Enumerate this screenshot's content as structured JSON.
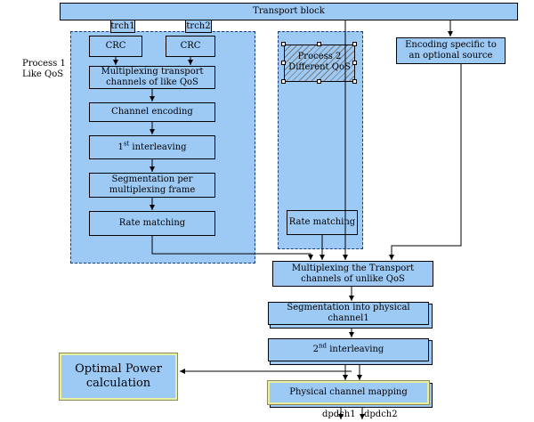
{
  "transport_block": "Transport block",
  "process1_label": [
    "Process 1",
    "Like QoS"
  ],
  "trch1": "trch1",
  "trch2": "trch2",
  "crc": "CRC",
  "multiplexing_like": "Multiplexing transport channels of like QoS",
  "channel_encoding": "Channel encoding",
  "first_interleaving": {
    "num": "1",
    "sup": "st",
    "text": " interleaving"
  },
  "segmentation_frame": "Segmentation per multiplexing frame",
  "rate_matching": "Rate matching",
  "process2_label": "Process 2 Different QoS",
  "encoding_specific": "Encoding specific to an optional source",
  "multiplexing_unlike": "Multiplexing the Transport channels of unlike QoS",
  "segmentation_physical": "Segmentation into physical channel1",
  "second_interleaving": {
    "num": "2",
    "sup": "nd",
    "text": " interleaving"
  },
  "optimal_power": "Optimal Power calculation",
  "physical_mapping": "Physical channel mapping",
  "dpdch1": "dpdch1",
  "dpdch2": "dpdch2"
}
